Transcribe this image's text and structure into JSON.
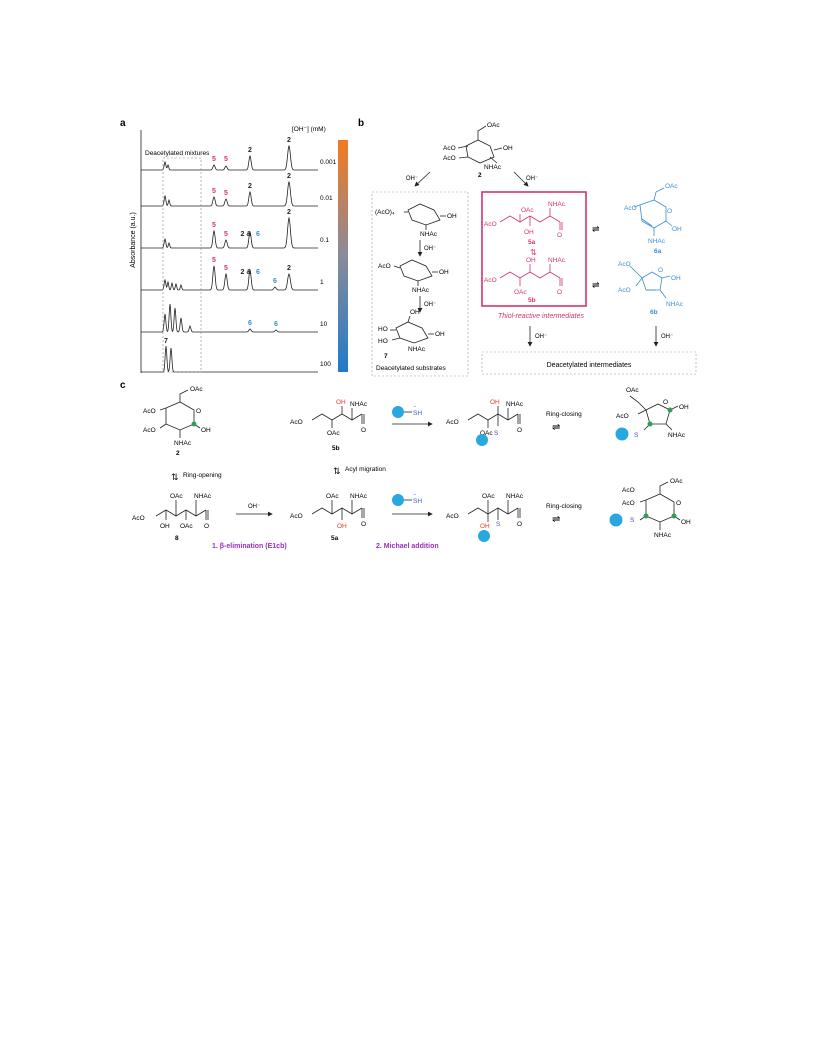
{
  "panel_labels": {
    "a": "a",
    "b": "b",
    "c": "c"
  },
  "colors": {
    "pink": "#d6336c",
    "blue": "#3b8fd0",
    "red": "#e53935",
    "purple": "#9b30b5",
    "green": "#2e9e5a",
    "bead": "#29a8e0",
    "thiol_blue": "#3a53b8",
    "dark": "#222222",
    "colorbar_top": "#f47a20",
    "colorbar_bottom": "#1f7bc9"
  },
  "panel_a": {
    "y_axis_label": "Absorbance (a.u.)",
    "colorbar_label": "[OH⁻] (mM)",
    "region_label": "Deacetylated mixtures",
    "traces": [
      {
        "conc": "0.001",
        "labels": [
          {
            "text": "5",
            "c": "pink"
          },
          {
            "text": "5",
            "c": "pink"
          },
          {
            "text": "2",
            "c": "dark"
          },
          {
            "text": "2",
            "c": "dark"
          }
        ]
      },
      {
        "conc": "0.01",
        "labels": [
          {
            "text": "5",
            "c": "pink"
          },
          {
            "text": "5",
            "c": "pink"
          },
          {
            "text": "2",
            "c": "dark"
          },
          {
            "text": "2",
            "c": "dark"
          }
        ]
      },
      {
        "conc": "0.1",
        "labels": [
          {
            "text": "5",
            "c": "pink"
          },
          {
            "text": "5",
            "c": "pink"
          },
          {
            "text": "2 &",
            "c": "dark"
          },
          {
            "text": "6",
            "c": "blue"
          },
          {
            "text": "2",
            "c": "dark"
          }
        ]
      },
      {
        "conc": "1",
        "labels": [
          {
            "text": "5",
            "c": "pink"
          },
          {
            "text": "5",
            "c": "pink"
          },
          {
            "text": "2 &",
            "c": "dark"
          },
          {
            "text": "6",
            "c": "blue"
          },
          {
            "text": "6",
            "c": "blue"
          },
          {
            "text": "2",
            "c": "dark"
          }
        ]
      },
      {
        "conc": "10",
        "labels": [
          {
            "text": "6",
            "c": "blue"
          },
          {
            "text": "6",
            "c": "blue"
          }
        ]
      },
      {
        "conc": "100",
        "labels": [
          {
            "text": "7",
            "c": "dark"
          }
        ]
      }
    ]
  },
  "panel_b": {
    "oh": "OH⁻",
    "start_groups": [
      "OAc",
      "AcO",
      "AcO",
      "NHAc",
      "OH"
    ],
    "start_number": "2",
    "left_col": {
      "s1_groups": [
        "(AcO)₄",
        "OH",
        "NHAc"
      ],
      "s2_groups": [
        "AcO",
        "OH",
        "NHAc"
      ],
      "s3_groups": [
        "HO",
        "HO",
        "OH",
        "OH",
        "NHAc"
      ],
      "s3_number": "7",
      "box_label": "Deacetylated substrates"
    },
    "middle": {
      "a_groups": [
        "OAc",
        "NHAc",
        "AcO",
        "OH",
        "O"
      ],
      "a_number": "5a",
      "b_groups": [
        "OH",
        "NHAc",
        "AcO",
        "OAc",
        "O"
      ],
      "b_number": "5b",
      "box_caption": "Thiol-reactive intermediates"
    },
    "right": {
      "c6a_groups": [
        "OAc",
        "AcO",
        "O",
        "OH",
        "NHAc"
      ],
      "c6a_number": "6a",
      "c6b_groups": [
        "AcO",
        "AcO",
        "O",
        "OH",
        "NHAc"
      ],
      "c6b_number": "6b"
    },
    "bottom_box_label": "Deacetylated intermediates"
  },
  "panel_c": {
    "c2_groups": [
      "OAc",
      "AcO",
      "AcO",
      "O",
      "OH",
      "NHAc"
    ],
    "c2_number": "2",
    "ring_opening": "Ring-opening",
    "c8_groups": [
      "OAc",
      "NHAc",
      "AcO",
      "OH",
      "OAc",
      "O"
    ],
    "c8_number": "8",
    "oh": "OH⁻",
    "c5b_groups": [
      "OH",
      "NHAc",
      "AcO",
      "OAc",
      "O"
    ],
    "c5b_number": "5b",
    "acyl_migration": "Acyl migration",
    "c5a_groups": [
      "OAc",
      "NHAc",
      "AcO",
      "OH",
      "O"
    ],
    "c5a_number": "5a",
    "thiol_sh": "SH",
    "thiol_dots": "..",
    "adduct_top_groups": [
      "OH",
      "NHAc",
      "AcO",
      "OAc",
      "S",
      "O"
    ],
    "adduct_bottom_groups": [
      "OAc",
      "NHAc",
      "AcO",
      "OH",
      "S",
      "O"
    ],
    "ring_closing": "Ring-closing",
    "prod_top_groups": [
      "OAc",
      "AcO",
      "O",
      "OH",
      "S",
      "NHAc"
    ],
    "prod_bottom_groups": [
      "OAc",
      "AcO",
      "AcO",
      "O",
      "S",
      "OH",
      "NHAc"
    ],
    "step1": "1. β-elimination (E1cb)",
    "step2": "2. Michael addition"
  }
}
